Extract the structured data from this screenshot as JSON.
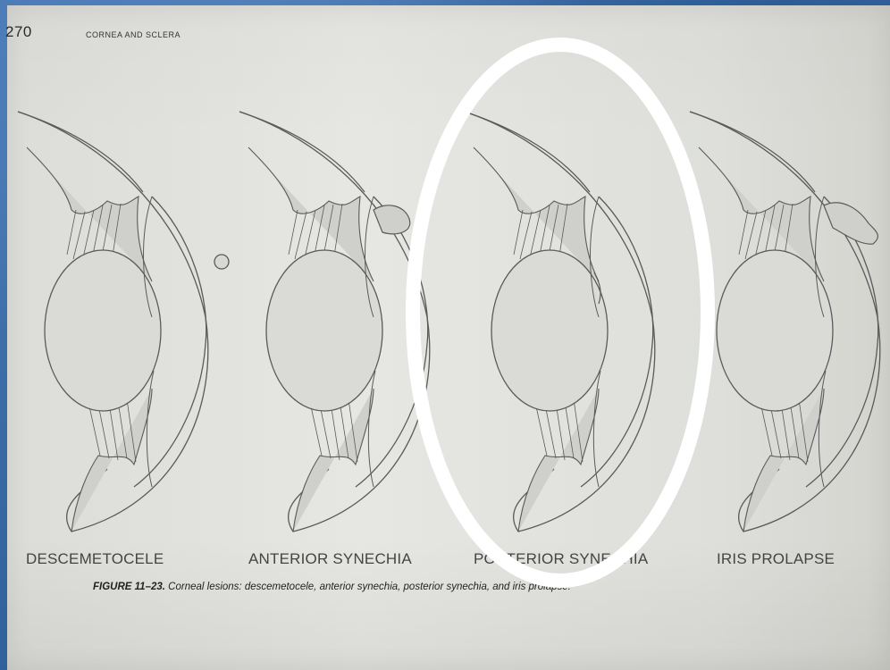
{
  "page": {
    "number": "270",
    "running_head": "CORNEA AND SCLERA"
  },
  "figure": {
    "labels": [
      "DESCEMETOCELE",
      "ANTERIOR SYNECHIA",
      "POSTERIOR SYNECHIA",
      "IRIS PROLAPSE"
    ],
    "caption_number": "FIGURE 11–23.",
    "caption_text": "Corneal lesions: descemetocele, anterior synechia, posterior synechia, and iris prolapse."
  },
  "colors": {
    "slide_background": "#2f5f97",
    "page": "#e3e3df",
    "ink": "#555555",
    "highlight_ring": "#ffffff"
  }
}
